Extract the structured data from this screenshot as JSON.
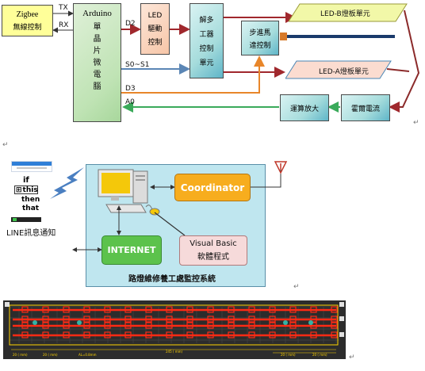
{
  "fig1": {
    "zigbee_title": "Zigbee",
    "zigbee_sub": "無線控制",
    "tx": "TX",
    "rx": "RX",
    "arduino_lines": [
      "Arduino",
      "單",
      "晶",
      "片",
      "微",
      "電",
      "腦"
    ],
    "led_drive_lines": [
      "LED",
      "驅動",
      "控制"
    ],
    "decoder_lines": [
      "解多",
      "工器",
      "控制",
      "單元"
    ],
    "stepper_lines": [
      "步進馬",
      "達控制"
    ],
    "ledb": "LED-B燈板單元",
    "leda": "LED-A燈板單元",
    "amp": "運算放大",
    "hall": "霍爾電流",
    "d2": "D2",
    "s01": "S0~S1",
    "d3": "D3",
    "a0": "A0"
  },
  "fig2": {
    "ifttt_if": "if",
    "ifttt_this": "this",
    "ifttt_then": "then",
    "ifttt_that": "that",
    "line_notify": "LINE訊息通知",
    "coordinator": "Coordinator",
    "internet": "INTERNET",
    "vb_title": "Visual Basic",
    "vb_sub": "軟體程式",
    "system_label": "路燈維修養工處監控系統"
  },
  "paragraph_mark": "↵",
  "colors": {
    "zigbee_fill": "#ffff99",
    "arrow_red": "#a0282d",
    "arrow_blue": "#5b86b5",
    "arrow_orange": "#e8862a",
    "arrow_green": "#3aaa5a",
    "rail_navy": "#1a3a6b",
    "panel_blue": "#bfe6ef",
    "coordinator": "#f7ad1e",
    "internet": "#5cc24c",
    "vb_fill": "#f6dada",
    "pcb_trace": "#ff2a14",
    "pcb_bg": "#2c2c2c"
  },
  "icons": [
    "monitor-icon",
    "tower-pc-icon",
    "keyboard-icon",
    "mouse-icon",
    "antenna-icon",
    "lightning-icon",
    "phone-screenshot-icon",
    "line-app-icon"
  ]
}
